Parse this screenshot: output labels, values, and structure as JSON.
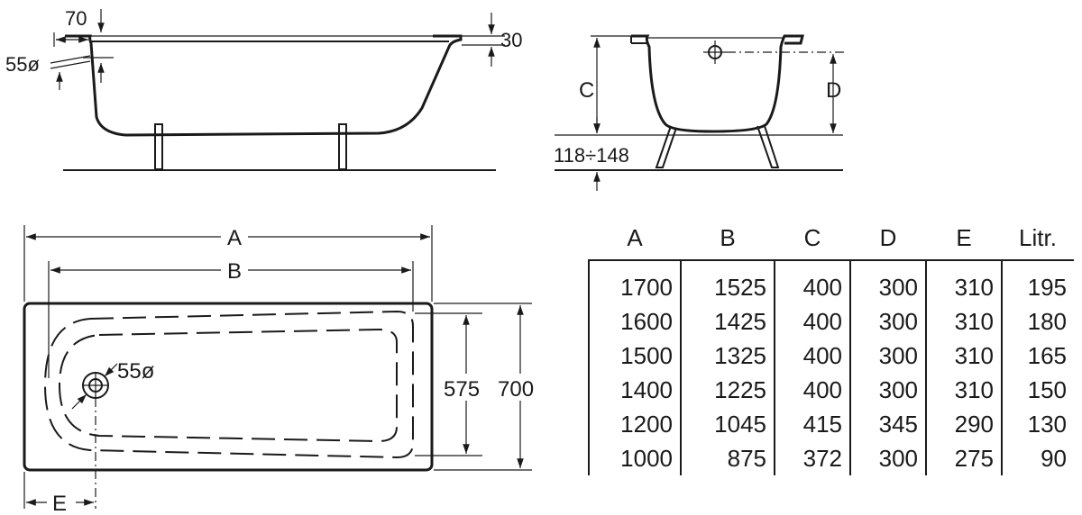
{
  "side_view": {
    "label_rim_width": "70",
    "label_rim_height": "30",
    "label_outlet_dia": "55ø"
  },
  "end_view": {
    "label_c": "C",
    "label_d": "D",
    "label_leg_range": "118÷148"
  },
  "top_view": {
    "label_a": "A",
    "label_b": "B",
    "label_inner_width": "575",
    "label_outer_width": "700",
    "label_drain_dia": "55ø",
    "label_e": "E"
  },
  "table": {
    "headers": [
      "A",
      "B",
      "C",
      "D",
      "E",
      "Litr."
    ],
    "rows": [
      [
        "1700",
        "1525",
        "400",
        "300",
        "310",
        "195"
      ],
      [
        "1600",
        "1425",
        "400",
        "300",
        "310",
        "180"
      ],
      [
        "1500",
        "1325",
        "400",
        "300",
        "310",
        "165"
      ],
      [
        "1400",
        "1225",
        "400",
        "300",
        "310",
        "150"
      ],
      [
        "1200",
        "1045",
        "415",
        "345",
        "290",
        "130"
      ],
      [
        "1000",
        "875",
        "372",
        "300",
        "275",
        "90"
      ]
    ]
  },
  "colors": {
    "ink": "#1a1a1a",
    "background": "#ffffff"
  }
}
